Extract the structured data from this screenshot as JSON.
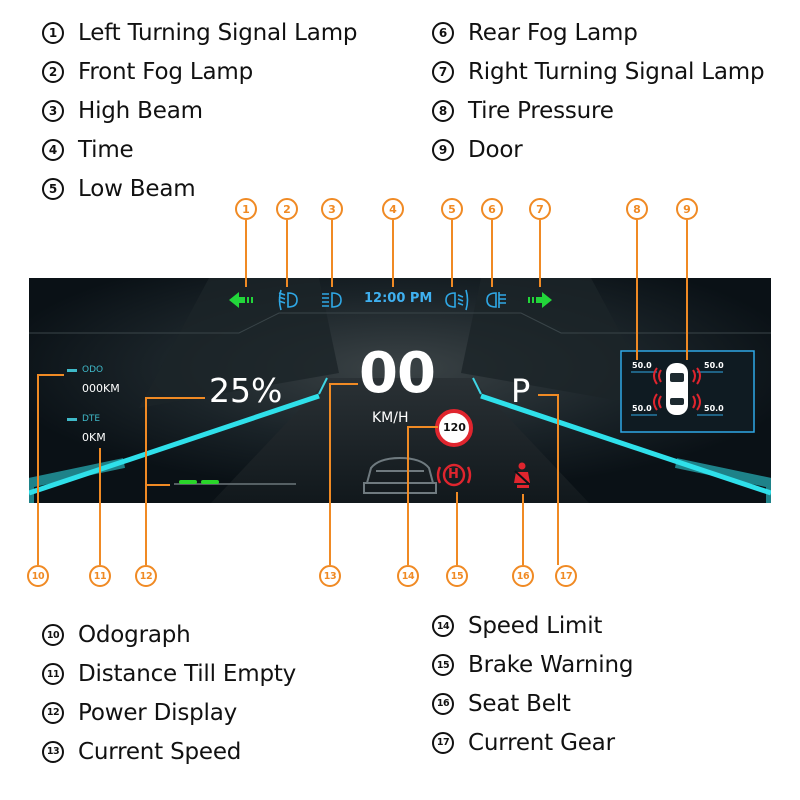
{
  "legend": [
    {
      "num": "1",
      "label": "Left Turning Signal Lamp"
    },
    {
      "num": "2",
      "label": "Front Fog Lamp"
    },
    {
      "num": "3",
      "label": "High Beam"
    },
    {
      "num": "4",
      "label": "Time"
    },
    {
      "num": "5",
      "label": "Low Beam"
    },
    {
      "num": "6",
      "label": "Rear Fog Lamp"
    },
    {
      "num": "7",
      "label": "Right Turning Signal Lamp"
    },
    {
      "num": "8",
      "label": "Tire Pressure"
    },
    {
      "num": "9",
      "label": "Door"
    },
    {
      "num": "10",
      "label": "Odograph"
    },
    {
      "num": "11",
      "label": "Distance Till Empty"
    },
    {
      "num": "12",
      "label": "Power Display"
    },
    {
      "num": "13",
      "label": "Current Speed"
    },
    {
      "num": "14",
      "label": "Speed Limit"
    },
    {
      "num": "15",
      "label": "Brake Warning"
    },
    {
      "num": "16",
      "label": "Seat Belt"
    },
    {
      "num": "17",
      "label": "Current Gear"
    }
  ],
  "dashboard": {
    "time": "12:00 PM",
    "odo_label": "ODO",
    "odo_value": "000KM",
    "dte_label": "DTE",
    "dte_value": "0KM",
    "power_percent": "25%",
    "speed": "00",
    "speed_unit": "KM/H",
    "gear": "P",
    "speed_limit": "120",
    "brake_symbol": "H",
    "tire_pressures": {
      "front_left": "50.0",
      "front_right": "50.0",
      "rear_left": "50.0",
      "rear_right": "50.0"
    }
  },
  "colors": {
    "callout": "#f08a24",
    "turn_signal": "#22d63a",
    "indicator": "#2fa8e6",
    "accent_cyan": "#3fd6e6",
    "warning_red": "#e0252e"
  },
  "icons": [
    "left-arrow-icon",
    "front-fog-lamp-icon",
    "high-beam-icon",
    "low-beam-icon",
    "rear-fog-lamp-icon",
    "right-arrow-icon",
    "car-top-view-icon",
    "car-front-icon",
    "brake-warning-icon",
    "seat-belt-icon"
  ]
}
